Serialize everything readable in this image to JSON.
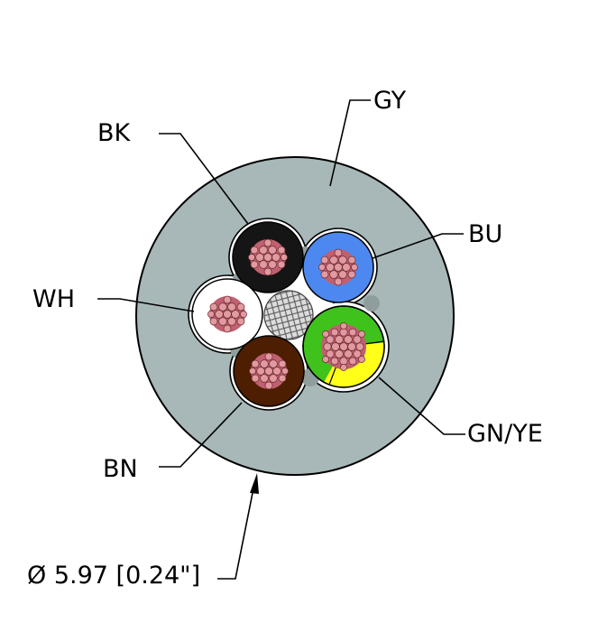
{
  "labels": {
    "gy": "GY",
    "bk": "BK",
    "bu": "BU",
    "wh": "WH",
    "gn_ye": "GN/YE",
    "bn": "BN",
    "diameter": "Ø 5.97 [0.24\"]"
  },
  "colors": {
    "jacket": "#a8b8b8",
    "black": "#151515",
    "blue": "#4d88f0",
    "white": "#ffffff",
    "green": "#3fc21c",
    "yellow": "#ffff1a",
    "brown": "#4d1e00",
    "copper": "#d9828a",
    "filler": "#cfcfcf",
    "line": "#000000"
  }
}
